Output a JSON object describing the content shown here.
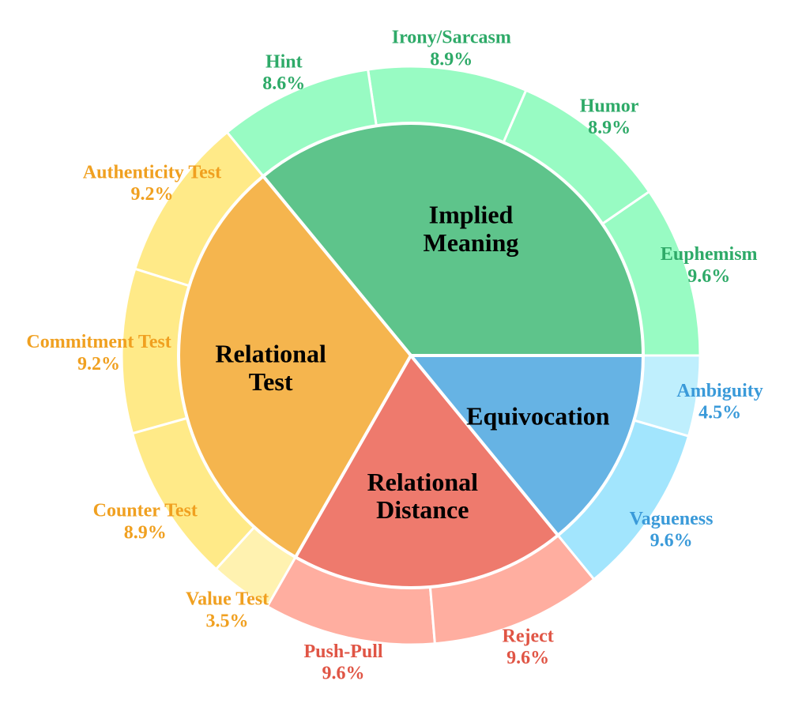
{
  "chart_data": {
    "type": "pie",
    "variant": "sunburst",
    "categories": [
      {
        "name": "Implied Meaning",
        "lines": [
          "Implied",
          "Meaning"
        ],
        "color": "#5ec48b",
        "outer_color": "#98fbc3",
        "label_color": "#2eaa68",
        "children": [
          {
            "name": "Euphemism",
            "value": 9.6,
            "pct": "9.6%"
          },
          {
            "name": "Humor",
            "value": 8.9,
            "pct": "8.9%"
          },
          {
            "name": "Irony/Sarcasm",
            "value": 8.9,
            "pct": "8.9%"
          },
          {
            "name": "Hint",
            "value": 8.6,
            "pct": "8.6%"
          }
        ]
      },
      {
        "name": "Relational Test",
        "lines": [
          "Relational",
          "Test"
        ],
        "color": "#f5b54e",
        "outer_color": "#ffea88",
        "label_color": "#f0a020",
        "children": [
          {
            "name": "Authenticity Test",
            "value": 9.2,
            "pct": "9.2%"
          },
          {
            "name": "Commitment Test",
            "value": 9.2,
            "pct": "9.2%"
          },
          {
            "name": "Counter Test",
            "value": 8.9,
            "pct": "8.9%"
          },
          {
            "name": "Value Test",
            "value": 3.5,
            "pct": "3.5%",
            "outer_color": "#fff2b0"
          }
        ]
      },
      {
        "name": "Relational Distance",
        "lines": [
          "Relational",
          "Distance"
        ],
        "color": "#ee7a6d",
        "outer_color": "#ffaea0",
        "label_color": "#e05545",
        "children": [
          {
            "name": "Push-Pull",
            "value": 9.6,
            "pct": "9.6%"
          },
          {
            "name": "Reject",
            "value": 9.6,
            "pct": "9.6%"
          }
        ]
      },
      {
        "name": "Equivocation",
        "lines": [
          "Equivocation"
        ],
        "color": "#66b3e4",
        "outer_color": "#a2e5fd",
        "label_color": "#3a9ad9",
        "children": [
          {
            "name": "Vagueness",
            "value": 9.6,
            "pct": "9.6%"
          },
          {
            "name": "Ambiguity",
            "value": 4.5,
            "pct": "4.5%",
            "outer_color": "#bfeffd"
          }
        ]
      }
    ],
    "start_angle_deg": 0,
    "direction": "counterclockwise"
  }
}
